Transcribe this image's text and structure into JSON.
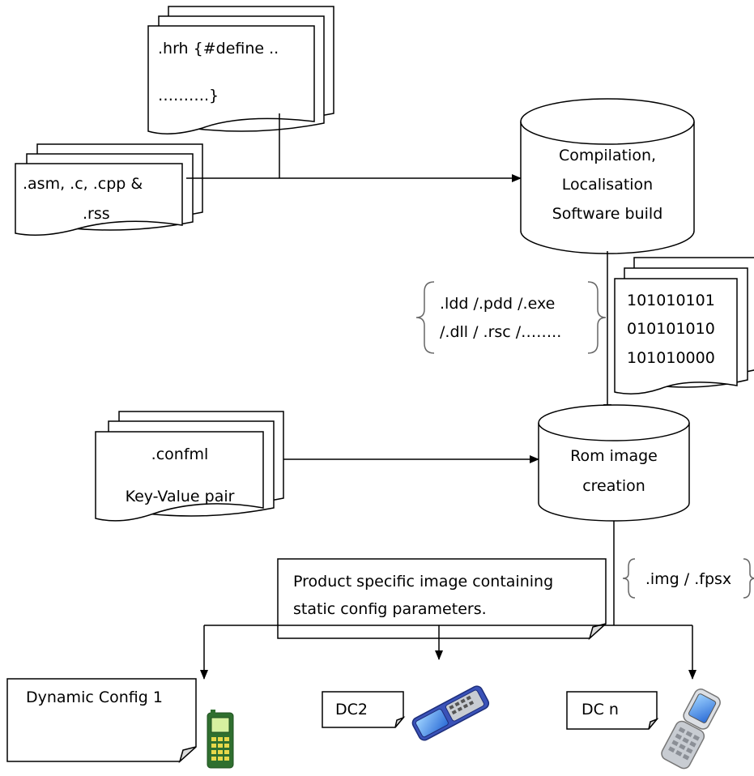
{
  "diagram": {
    "hrh_doc": {
      "line1": ".hrh   {#define ..",
      "line2": "……….}"
    },
    "src_doc": {
      "line1": ".asm, .c, .cpp   &",
      "line2": ".rss"
    },
    "compile_db": {
      "line1": "Compilation,",
      "line2": "Localisation",
      "line3": "Software build"
    },
    "binaries_note": {
      "line1": ".ldd /.pdd /.exe",
      "line2": "/.dll / .rsc /…….."
    },
    "binary_doc": {
      "line1": "101010101",
      "line2": "010101010",
      "line3": "101010000"
    },
    "confml_doc": {
      "line1": ".confml",
      "line2": "Key-Value pair"
    },
    "rom_db": {
      "line1": "Rom image",
      "line2": "creation"
    },
    "product_note": {
      "line1": "Product specific image containing",
      "line2": "static config parameters."
    },
    "img_note": {
      "label": ".img / .fpsx"
    },
    "dc1": {
      "label": "Dynamic Config 1"
    },
    "dc2": {
      "label": "DC2"
    },
    "dcn": {
      "label": "DC n"
    }
  },
  "colors": {
    "stroke": "#000000",
    "phone_green": "#3f8f3f",
    "phone_blue": "#3a52b8",
    "phone_silver": "#c8ccd2"
  }
}
